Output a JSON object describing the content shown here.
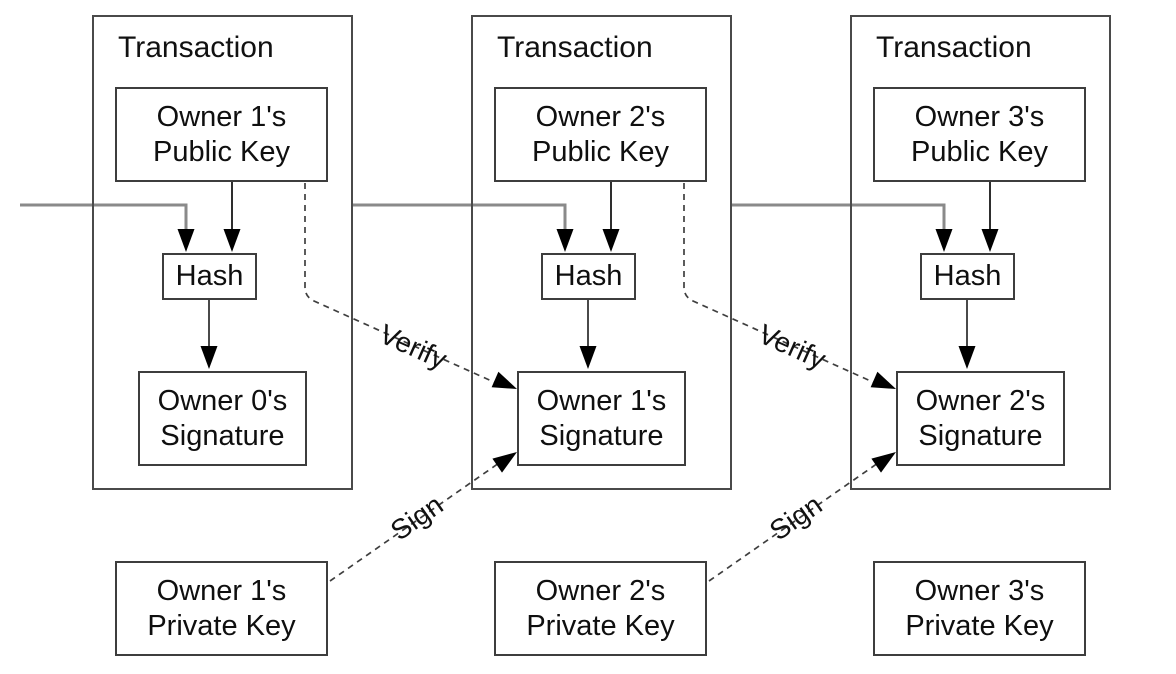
{
  "diagram": {
    "colors": {
      "box_border": "#3d3d3d",
      "chain_line": "#8a8a8a",
      "solid_line": "#2e2e2e",
      "dashed_line": "#3f3f3f",
      "arrowhead": "#000000",
      "text": "#0f0f0f",
      "background": "#ffffff"
    },
    "transactions": [
      {
        "label": "Transaction",
        "public_key": {
          "line1": "Owner 1's",
          "line2": "Public Key"
        },
        "hash_label": "Hash",
        "signature": {
          "line1": "Owner 0's",
          "line2": "Signature"
        }
      },
      {
        "label": "Transaction",
        "public_key": {
          "line1": "Owner 2's",
          "line2": "Public Key"
        },
        "hash_label": "Hash",
        "signature": {
          "line1": "Owner 1's",
          "line2": "Signature"
        }
      },
      {
        "label": "Transaction",
        "public_key": {
          "line1": "Owner 3's",
          "line2": "Public Key"
        },
        "hash_label": "Hash",
        "signature": {
          "line1": "Owner 2's",
          "line2": "Signature"
        }
      }
    ],
    "private_keys": [
      {
        "line1": "Owner 1's",
        "line2": "Private Key"
      },
      {
        "line1": "Owner 2's",
        "line2": "Private Key"
      },
      {
        "line1": "Owner 3's",
        "line2": "Private Key"
      }
    ],
    "edge_labels": {
      "verify_1": "Verify",
      "verify_2": "Verify",
      "sign_1": "Sign",
      "sign_2": "Sign"
    }
  }
}
